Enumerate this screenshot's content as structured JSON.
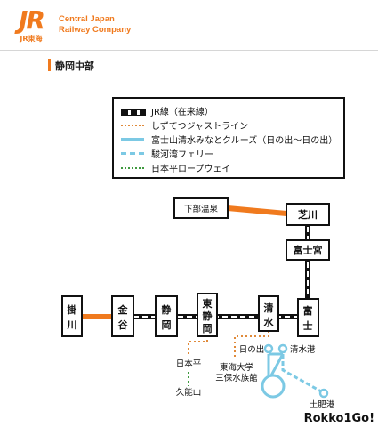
{
  "header": {
    "logo_mark": "JR",
    "logo_sub": "JR東海",
    "company_line1": "Central Japan",
    "company_line2": "Railway Company"
  },
  "section": {
    "title": "静岡中部"
  },
  "legend": {
    "jr_line": "JR線（在来線）",
    "shizutetsu": "しずてつジャストライン",
    "cruise": "富士山清水みなとクルーズ（日の出～日の出）",
    "ferry": "駿河湾フェリー",
    "ropeway": "日本平ロープウェイ"
  },
  "colors": {
    "brand_orange": "#f07a1e",
    "jr_line": "#111111",
    "shizutetsu": "#e08a3a",
    "cruise": "#7cc9e4",
    "ferry": "#7cc9e4",
    "ropeway": "#3f9a3f"
  },
  "stations": {
    "kakegawa": "掛川",
    "kanaya": "金谷",
    "shizuoka": "静岡",
    "higashi_shizuoka": "東静岡",
    "shimizu": "清水",
    "fuji": "富士",
    "fujinomiya": "富士宮",
    "shibakawa": "芝川",
    "shimobe_onsen": "下部温泉"
  },
  "places": {
    "nihondaira": "日本平",
    "kunozan": "久能山",
    "hinode": "日の出",
    "shimizu_port": "清水港",
    "tokai_univ_line1": "東海大学",
    "tokai_univ_line2": "三保水族館",
    "toi_port": "土肥港"
  },
  "footer": {
    "credit": "Rokko1Go!"
  }
}
